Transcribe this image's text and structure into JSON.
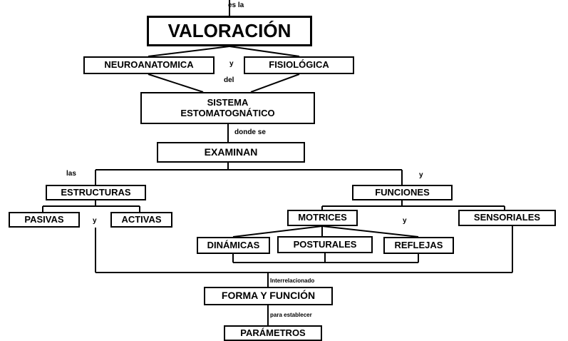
{
  "connectors": {
    "es_la": "es la",
    "y_1": "y",
    "del": "del",
    "donde_se": "donde se",
    "las": "las",
    "y_2": "y",
    "y_3": "y",
    "y_4": "y",
    "interrelacionado": "Interrelacionado",
    "para_establecer": "para establecer"
  },
  "nodes": {
    "valoracion": "VALORACIÓN",
    "neuroanatomica": "NEUROANATOMICA",
    "fisiologica": "FISIOLÓGICA",
    "sistema_line1": "SISTEMA",
    "sistema_line2": "ESTOMATOGNÁTICO",
    "examinan": "EXAMINAN",
    "estructuras": "ESTRUCTURAS",
    "funciones": "FUNCIONES",
    "pasivas": "PASIVAS",
    "activas": "ACTIVAS",
    "motrices": "MOTRICES",
    "sensoriales": "SENSORIALES",
    "dinamicas": "DINÁMICAS",
    "posturales": "POSTURALES",
    "reflejas": "REFLEJAS",
    "forma_funcion": "FORMA Y FUNCIÓN",
    "parametros": "PARÁMETROS"
  }
}
